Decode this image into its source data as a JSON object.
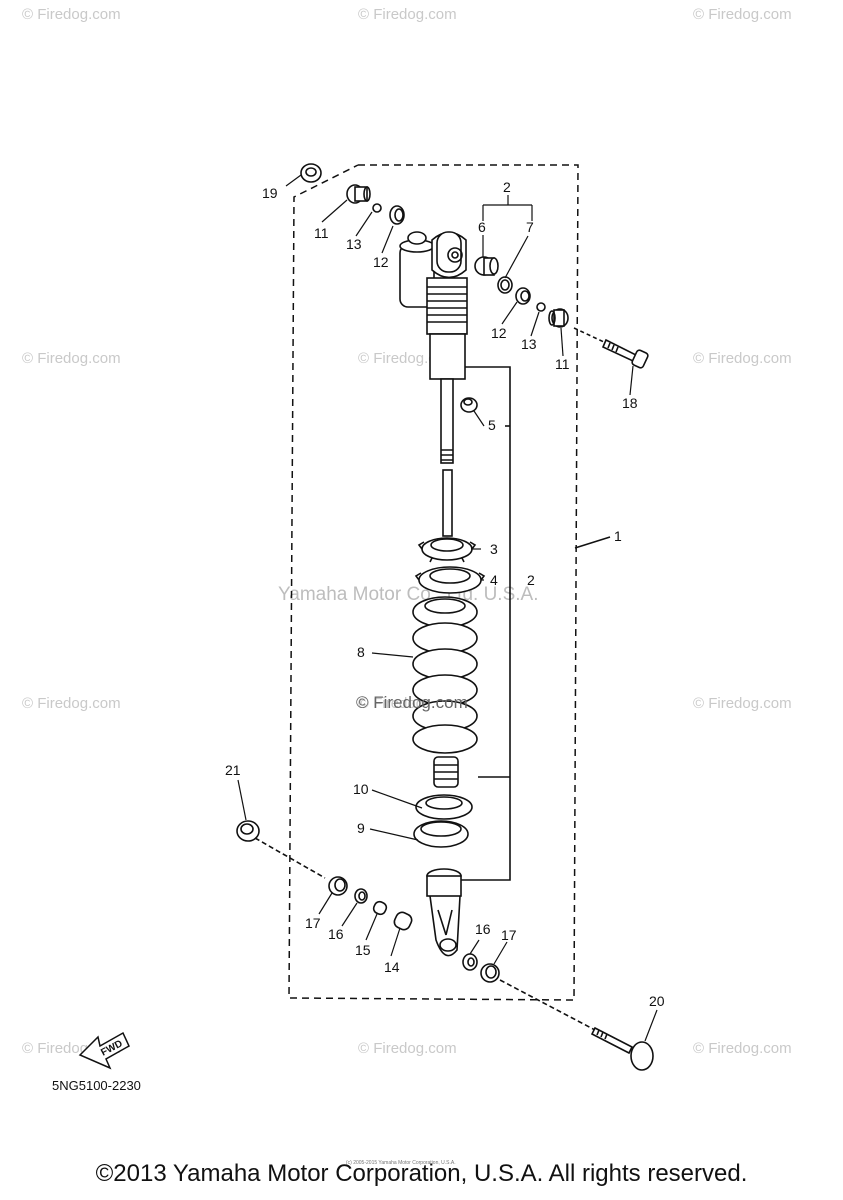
{
  "watermark": "© Firedog.com",
  "center_watermark": "Yamaha Motor Co., Ltd. U.S.A.",
  "part_labels": [
    "1",
    "2",
    "3",
    "4",
    "5",
    "6",
    "7",
    "8",
    "9",
    "10",
    "11",
    "12",
    "13",
    "14",
    "15",
    "16",
    "17",
    "18",
    "19",
    "20",
    "21"
  ],
  "label_4_suffix": "2",
  "fwd_label": "FWD",
  "diagram_code": "5NG5100-2230",
  "copyright": "©2013 Yamaha Motor Corporation, U.S.A. All rights reserved.",
  "fine_print": "(c) 2005-2015 Yamaha Motor Corporation, U.S.A."
}
